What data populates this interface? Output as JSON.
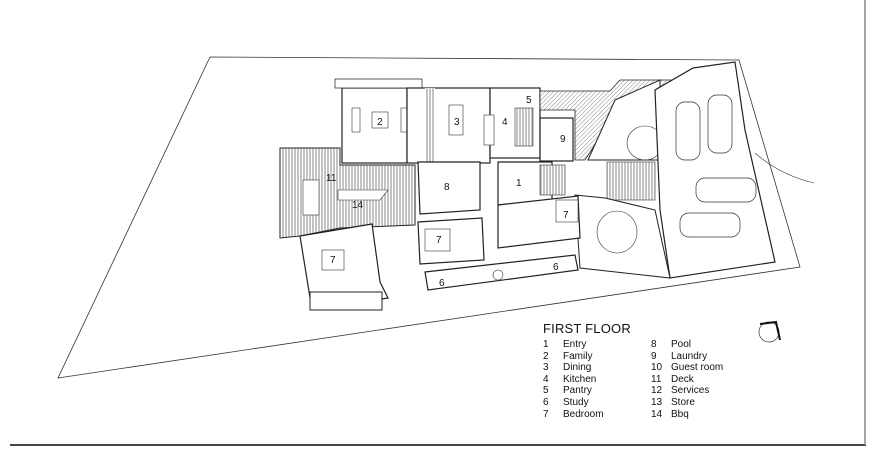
{
  "plan": {
    "title": "FIRST FLOOR",
    "room_labels": {
      "family": "2",
      "dining": "3",
      "kitchen": "4",
      "pantry": "5",
      "laundry": "9",
      "deck": "11",
      "pool": "8",
      "entry": "1",
      "bbq": "14",
      "bedroom_a": "7",
      "bedroom_b": "7",
      "bedroom_c": "7",
      "study_a": "6",
      "study_b": "6"
    }
  },
  "legend": {
    "left": [
      {
        "num": "1",
        "label": "Entry"
      },
      {
        "num": "2",
        "label": "Family"
      },
      {
        "num": "3",
        "label": "Dining"
      },
      {
        "num": "4",
        "label": "Kitchen"
      },
      {
        "num": "5",
        "label": "Pantry"
      },
      {
        "num": "6",
        "label": "Study"
      },
      {
        "num": "7",
        "label": "Bedroom"
      }
    ],
    "right": [
      {
        "num": "8",
        "label": "Pool"
      },
      {
        "num": "9",
        "label": "Laundry"
      },
      {
        "num": "10",
        "label": "Guest room"
      },
      {
        "num": "11",
        "label": "Deck"
      },
      {
        "num": "12",
        "label": "Services"
      },
      {
        "num": "13",
        "label": "Store"
      },
      {
        "num": "14",
        "label": "Bbq"
      }
    ]
  },
  "icons": {
    "north": "north-arrow-icon"
  }
}
